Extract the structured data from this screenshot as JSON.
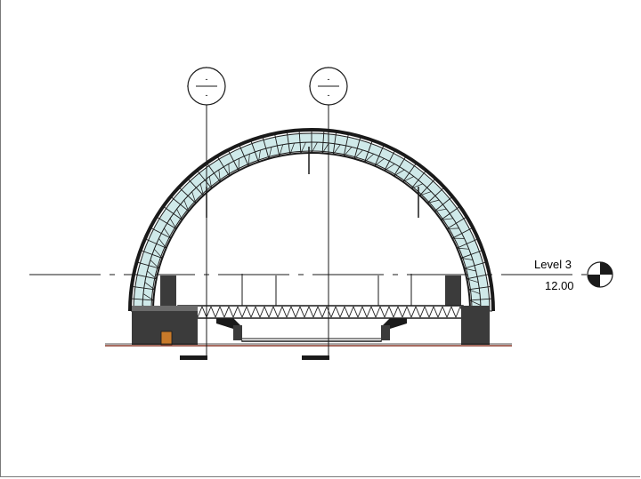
{
  "view": {
    "type": "building-section",
    "sheet_background": "#ffffff"
  },
  "level_marker": {
    "name": "Level 3",
    "elevation": "12.00"
  },
  "section_markers": [
    {
      "id": "section-marker-left",
      "top_label": "-",
      "bottom_label": "-"
    },
    {
      "id": "section-marker-right",
      "top_label": "-",
      "bottom_label": "-"
    }
  ],
  "colors": {
    "linework": "#1a1a1a",
    "arch_fill": "#e8e8e8",
    "arch_glazing": "#bfe3e3",
    "solid_fill": "#3b3b3b",
    "door_fill": "#c87a2a",
    "ground_line": "#8a3a2a"
  }
}
